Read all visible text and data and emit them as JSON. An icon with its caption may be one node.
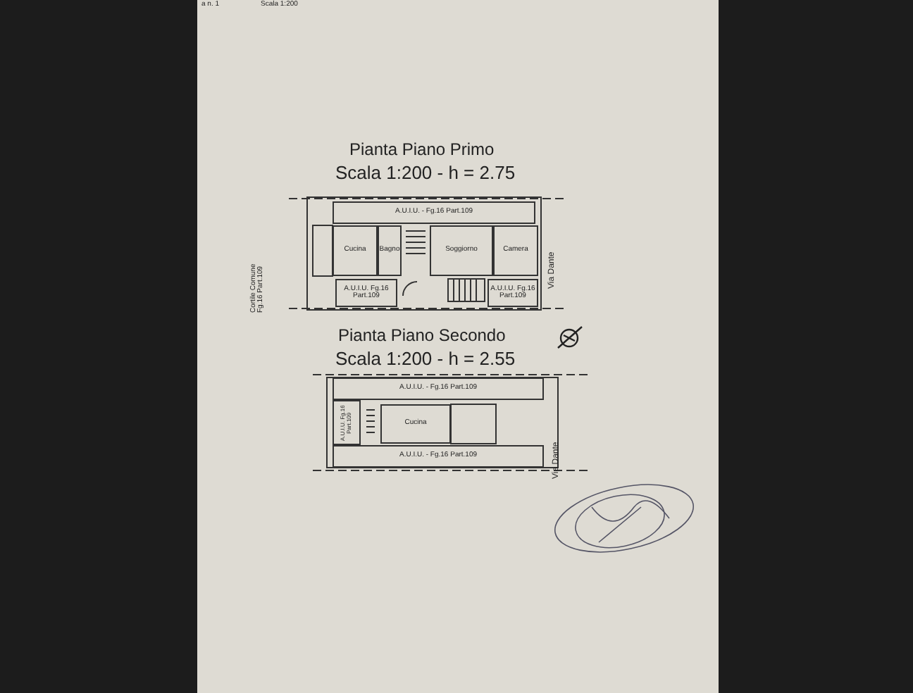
{
  "diagram": {
    "nodes": [
      {
        "text": [
          "A.U.I.U. - Fg.16 Part.109"
        ]
      },
      {
        "text": [
          "Cucina"
        ]
      },
      {
        "text": [
          "Bagno"
        ]
      },
      {
        "text": [
          "Soggiorno"
        ]
      },
      {
        "text": [
          "Camera"
        ]
      },
      {
        "text": [
          "A.U.I.U. Fg.16 Part.109"
        ]
      },
      {
        "text": [
          "A.U.I.U. Fg.16 Part.109"
        ]
      },
      {
        "text": [
          "A.U.I.U. - Fg.16 Part.109"
        ]
      },
      {
        "text": [
          "A.U.I.U. Fg.16 Part.109"
        ]
      },
      {
        "text": [
          "Cucina"
        ]
      },
      {
        "text": [
          "A.U.I.U. - Fg.16 Part.109"
        ]
      }
    ],
    "labels": [
      "a n. 1",
      "Scala 1:200",
      "Pianta Piano Primo",
      "Scala 1:200 - h = 2.75",
      "Cortile Comune Fg.16 Part.109",
      "Via Dante",
      "Pianta Piano Secondo",
      "Scala 1:200 - h = 2.55",
      "Via Dante"
    ]
  }
}
